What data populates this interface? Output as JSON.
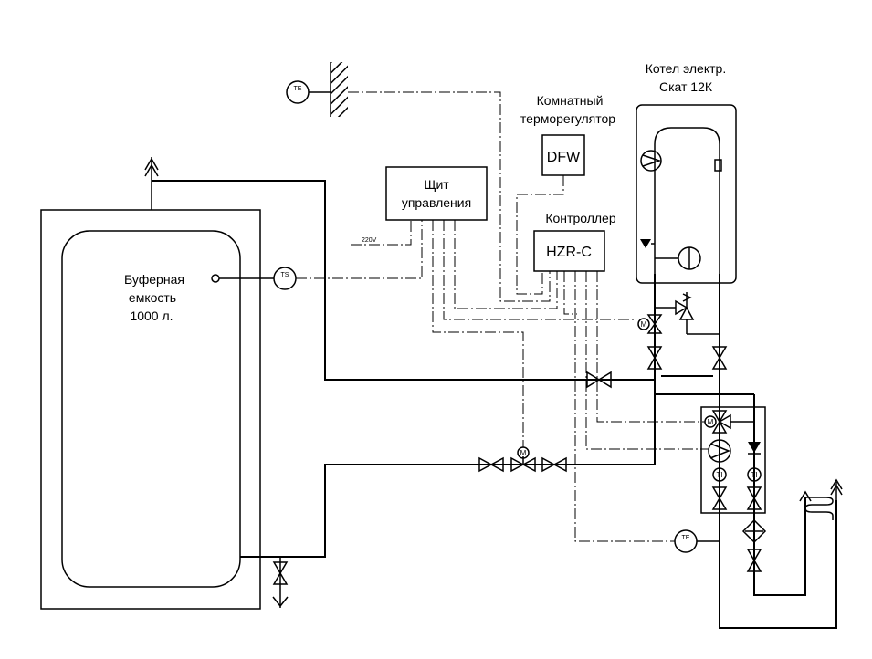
{
  "labels": {
    "boiler_title_1": "Котел электр.",
    "boiler_title_2": "Скат 12К",
    "room_thermostat_1": "Комнатный",
    "room_thermostat_2": "терморегулятор",
    "dfw": "DFW",
    "panel_1": "Щит",
    "panel_2": "управления",
    "controller_title": "Контроллер",
    "controller_model": "HZR-C",
    "voltage": "220V",
    "tank_1": "Буферная",
    "tank_2": "емкость",
    "tank_3": "1000 л.",
    "te_outdoor": "TE",
    "te_return": "TE",
    "ts_sensor": "TS",
    "motor_1": "M",
    "motor_2": "M",
    "motor_3": "M",
    "ti_1": "TI",
    "ti_2": "TI"
  }
}
